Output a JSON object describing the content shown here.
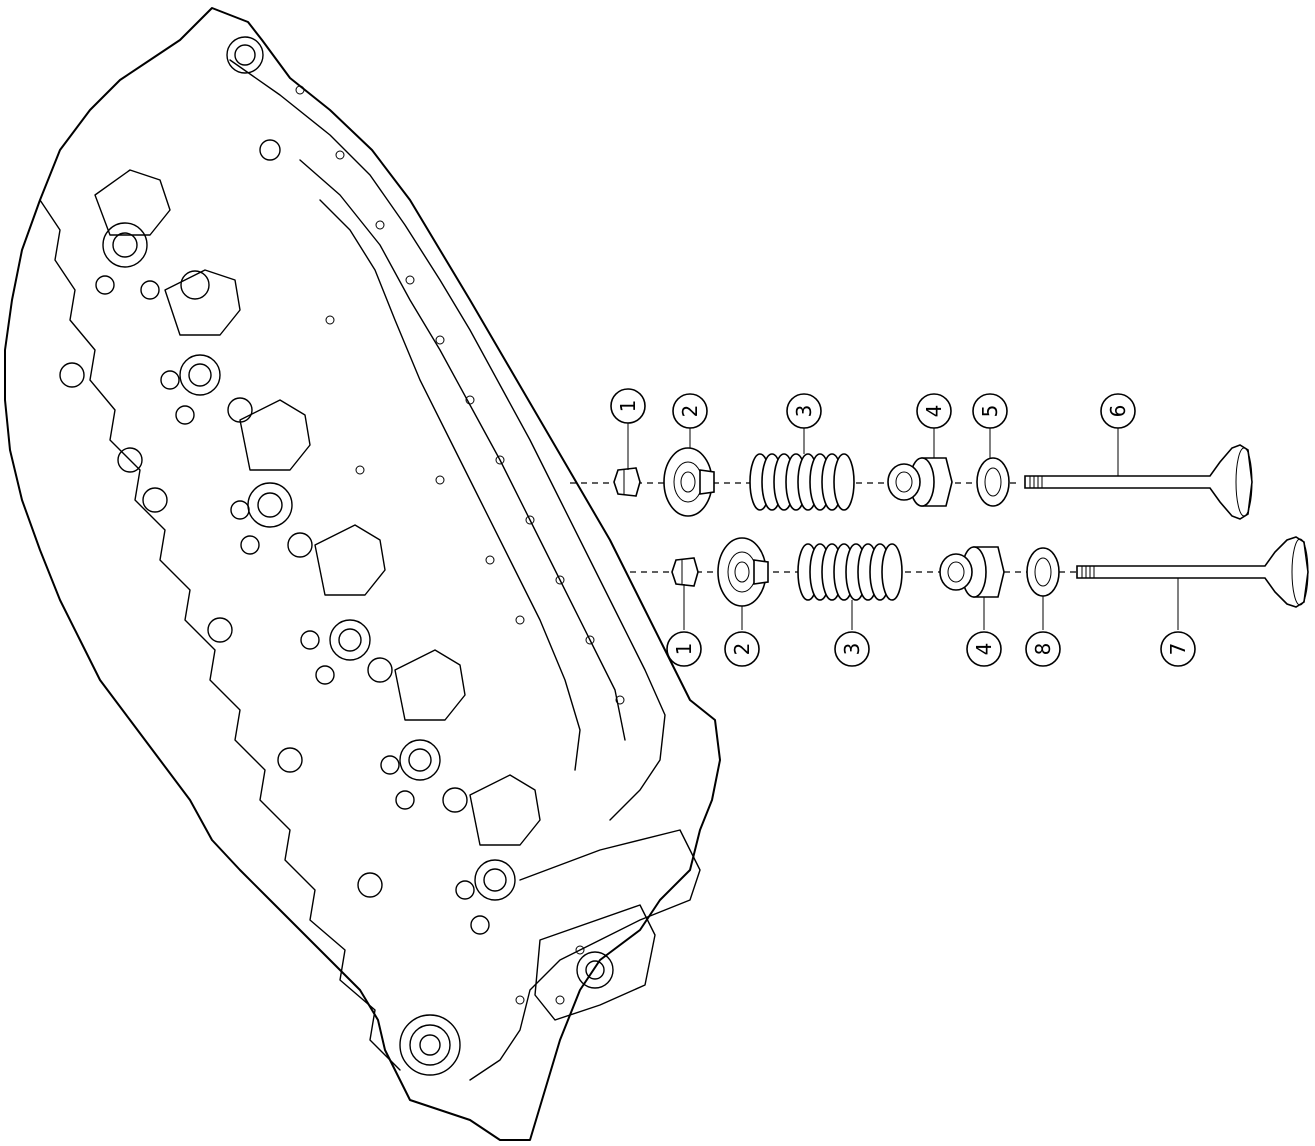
{
  "callouts": {
    "upper": [
      {
        "id": "c-up-1",
        "label": "1"
      },
      {
        "id": "c-up-2",
        "label": "2"
      },
      {
        "id": "c-up-3",
        "label": "3"
      },
      {
        "id": "c-up-4",
        "label": "4"
      },
      {
        "id": "c-up-5",
        "label": "5"
      },
      {
        "id": "c-up-6",
        "label": "6"
      }
    ],
    "lower": [
      {
        "id": "c-lo-1",
        "label": "1"
      },
      {
        "id": "c-lo-2",
        "label": "2"
      },
      {
        "id": "c-lo-3",
        "label": "3"
      },
      {
        "id": "c-lo-4",
        "label": "4"
      },
      {
        "id": "c-lo-8",
        "label": "8"
      },
      {
        "id": "c-lo-7",
        "label": "7"
      }
    ]
  },
  "colors": {
    "line": "#000000",
    "background": "#ffffff"
  }
}
